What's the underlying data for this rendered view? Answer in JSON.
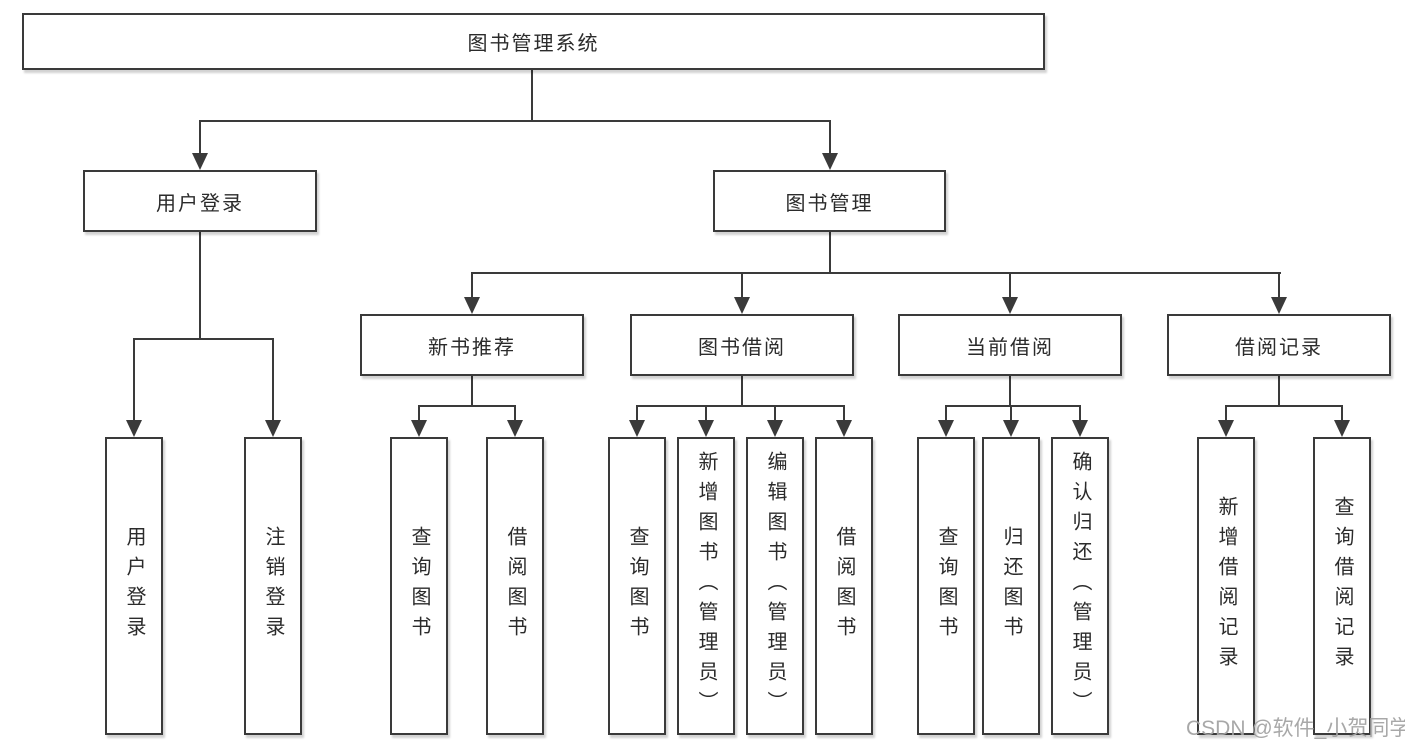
{
  "diagram_title": "图书管理系统",
  "nodes": {
    "root": "图书管理系统",
    "user_login": "用户登录",
    "book_management": "图书管理",
    "new_book_rec": "新书推荐",
    "book_borrow": "图书借阅",
    "current_borrow": "当前借阅",
    "borrow_records": "借阅记录",
    "login_children": [
      "用户登录",
      "注销登录"
    ],
    "new_book_children": [
      "查询图书",
      "借阅图书"
    ],
    "borrow_children": [
      "查询图书",
      "新增图书（管理员）",
      "编辑图书（管理员）",
      "借阅图书"
    ],
    "current_children": [
      "查询图书",
      "归还图书",
      "确认归还（管理员）"
    ],
    "record_children": [
      "新增借阅记录",
      "查询借阅记录"
    ]
  },
  "watermark": "CSDN @软件_小贺同学",
  "colors": {
    "line": "#3a3a3a",
    "text": "#2b2b2b",
    "background": "#ffffff",
    "watermark": "#a3a3a3"
  }
}
